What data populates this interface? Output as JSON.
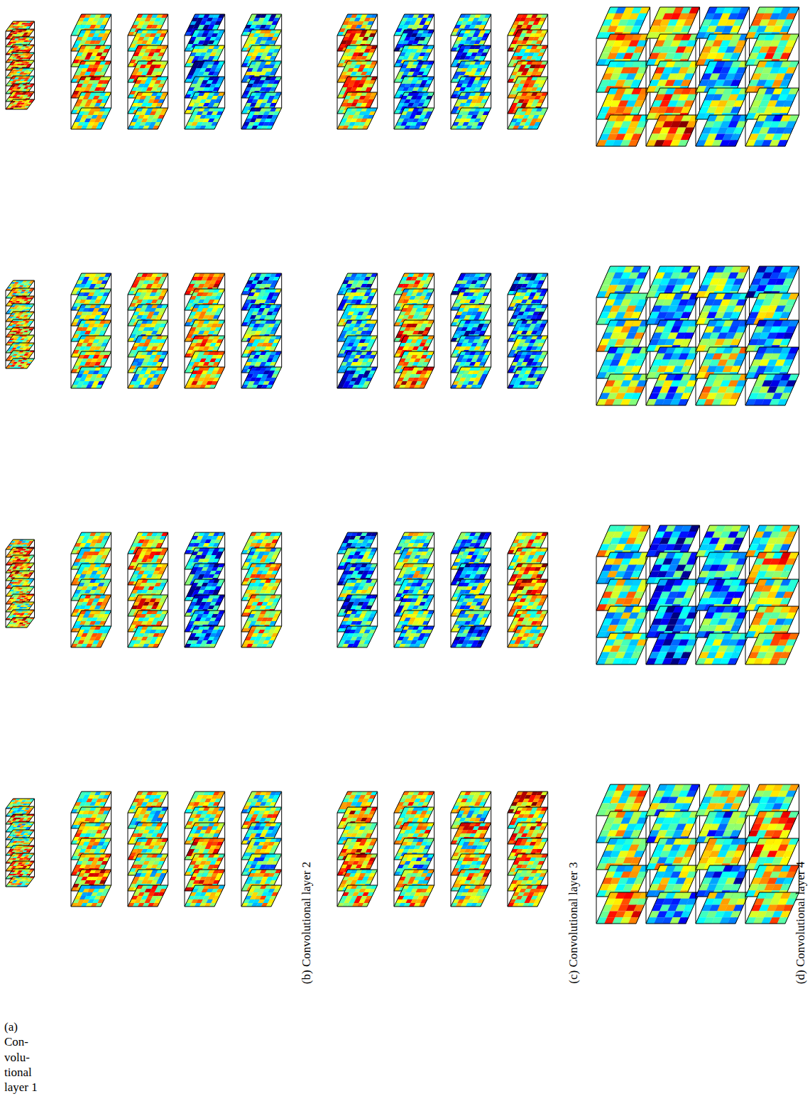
{
  "diagram": {
    "labels": [
      "(a) Con- volu- tional layer 1",
      "(b) Convolutional layer 2",
      "(c) Convolutional layer 3",
      "(d) Convolutional layer 4"
    ]
  }
}
